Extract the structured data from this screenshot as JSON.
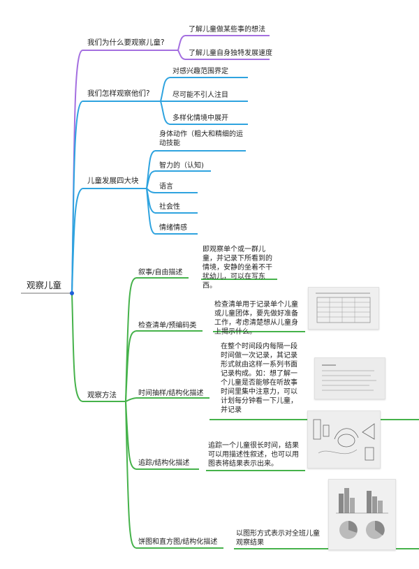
{
  "root": {
    "label": "观察儿童"
  },
  "branches": [
    {
      "label": "我们为什么要观察儿童?",
      "color": "#a46fe0",
      "children": [
        {
          "label": "了解儿童做某些事的想法"
        },
        {
          "label": "了解儿童自身独特发展速度"
        }
      ]
    },
    {
      "label": "我们怎样观察他们?",
      "color": "#2ea3df",
      "children": [
        {
          "label": "对感兴趣范围界定"
        },
        {
          "label": "尽可能不引人注目"
        },
        {
          "label": "多样化情境中展开"
        }
      ]
    },
    {
      "label": "儿童发展四大块",
      "color": "#2ea3df",
      "children": [
        {
          "label": "身体动作（粗大和精细的运动技能"
        },
        {
          "label": "智力的（认知)"
        },
        {
          "label": "语言"
        },
        {
          "label": "社会性"
        },
        {
          "label": "情绪情感"
        }
      ]
    },
    {
      "label": "观察方法",
      "color": "#45b24a",
      "children": [
        {
          "label": "叙事/自由描述",
          "note": "即观察单个或一群儿童，并记录下所看到的情境，安静的坐着不干扰幼儿，可以在写东西。"
        },
        {
          "label": "检查清单/预编码类",
          "note": "检查清单用于记录单个儿童或儿童团体，要先做好准备工作，考虑清楚想从儿童身上揭示什么。"
        },
        {
          "label": "时间抽样/结构化描述",
          "note": "在整个时间段内每隔一段时间做一次记录，其记录形式就由这样一系列书面记录构成。如：想了解一个儿童是否能够在听故事时间里集中注意力，可以计划每分钟看一下儿童，并记录"
        },
        {
          "label": "追踪/结构化描述",
          "note": "追踪一个儿童很长时间，结果可以用描述性叙述，也可以用图表将结果表示出来。"
        },
        {
          "label": "饼图和直方图/结构化描述",
          "note": "以图形方式表示对全班儿童观察结果"
        }
      ]
    }
  ]
}
